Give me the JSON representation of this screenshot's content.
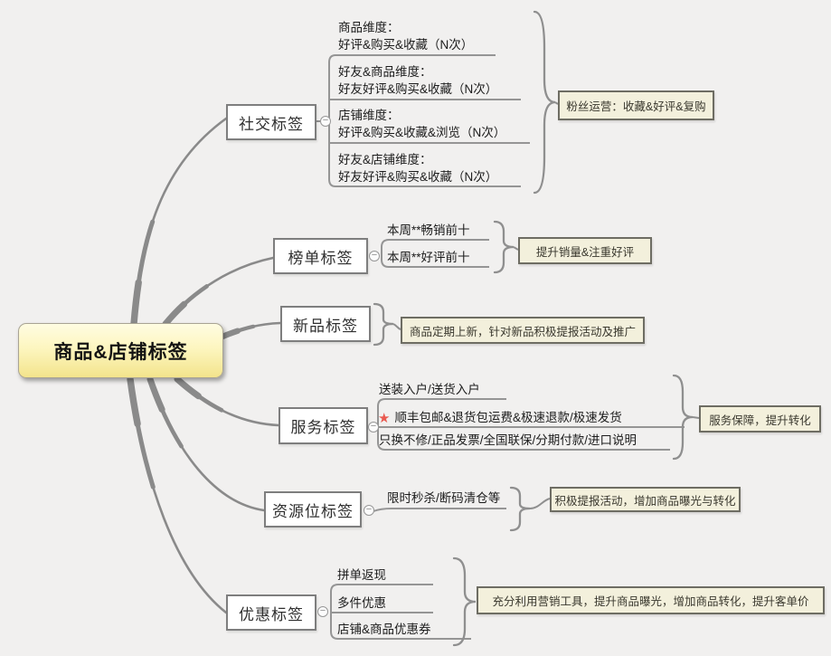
{
  "root": {
    "label": "商品&店铺标签"
  },
  "toggle_glyph": "−",
  "colors": {
    "canvas": "#f1f0ef",
    "branch_line": "#8a8a8a",
    "root_fill_top": "#fffce2",
    "root_fill_bottom": "#f3e48c",
    "callout_bg": "#f3f0dc",
    "star": "#e9594f"
  },
  "icons": {
    "star": "★",
    "collapse": "−"
  },
  "branches": [
    {
      "label": "社交标签",
      "children": [
        {
          "line1": "商品维度：",
          "line2": "好评&购买&收藏（N次）"
        },
        {
          "line1": "好友&商品维度：",
          "line2": "好友好评&购买&收藏（N次）"
        },
        {
          "line1": "店铺维度：",
          "line2": "好评&购买&收藏&浏览（N次）"
        },
        {
          "line1": "好友&店铺维度：",
          "line2": "好友好评&购买&收藏（N次）"
        }
      ],
      "callout": "粉丝运营：收藏&好评&复购"
    },
    {
      "label": "榜单标签",
      "children": [
        {
          "line1": "本周**畅销前十"
        },
        {
          "line1": "本周**好评前十"
        }
      ],
      "callout": "提升销量&注重好评"
    },
    {
      "label": "新品标签",
      "children": [],
      "callout": "商品定期上新，针对新品积极提报活动及推广"
    },
    {
      "label": "服务标签",
      "children": [
        {
          "line1": "送装入户/送货入户"
        },
        {
          "star": "★",
          "line1": "顺丰包邮&退货包运费&极速退款/极速发货"
        },
        {
          "line1": "只换不修/正品发票/全国联保/分期付款/进口说明"
        }
      ],
      "callout": "服务保障，提升转化"
    },
    {
      "label": "资源位标签",
      "children": [
        {
          "line1": "限时秒杀/断码清仓等"
        }
      ],
      "callout": "积极提报活动，增加商品曝光与转化"
    },
    {
      "label": "优惠标签",
      "children": [
        {
          "line1": "拼单返现"
        },
        {
          "line1": "多件优惠"
        },
        {
          "line1": "店铺&商品优惠券"
        }
      ],
      "callout": "充分利用营销工具，提升商品曝光，增加商品转化，提升客单价"
    }
  ]
}
